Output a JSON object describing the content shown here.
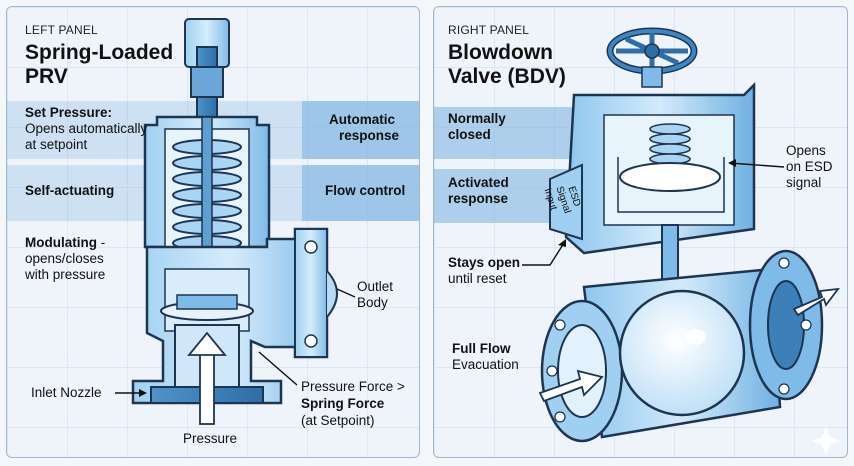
{
  "left": {
    "panel_tag": "LEFT PANEL",
    "title_line1": "Spring-Loaded",
    "title_line2": "PRV",
    "set_pressure_heading": "Set Pressure:",
    "set_pressure_line1": "Opens automatically",
    "set_pressure_line2": "at setpoint",
    "automatic_line1": "Automatic",
    "automatic_line2": "response",
    "self_actuating": "Self-actuating",
    "flow_control": "Flow control",
    "modulating_heading": "Modulating",
    "modulating_dash": " -",
    "modulating_line2": "opens/closes",
    "modulating_line3": "with pressure",
    "outlet_line1": "Outlet",
    "outlet_line2": "Body",
    "inlet_nozzle": "Inlet Nozzle",
    "pressure": "Pressure",
    "pressure_force": "Pressure Force >",
    "spring_force": "Spring Force",
    "at_setpoint": "(at Setpoint)"
  },
  "right": {
    "panel_tag": "RIGHT PANEL",
    "title_line1": "Blowdown",
    "title_line2": "Valve (BDV)",
    "normally_line1": "Normally",
    "normally_line2": "closed",
    "activated_line1": "Activated",
    "activated_line2": "response",
    "opens_line1": "Opens",
    "opens_line2": "on ESD",
    "opens_line3": "signal",
    "esd_line1": "ESD",
    "esd_line2": "Signal",
    "esd_line3": "Input",
    "stays_open_heading": "Stays open",
    "stays_open_line2": "until reset",
    "full_flow_heading": "Full Flow",
    "full_flow_line2": "Evacuation"
  },
  "colors": {
    "steel_light": "#bfe0f7",
    "steel_mid": "#7fbbe8",
    "steel_dark": "#3d7fb8",
    "outline": "#1d3550",
    "band": "#8fbee4"
  },
  "icons": [
    "handwheel-icon",
    "flow-arrow-icon"
  ]
}
